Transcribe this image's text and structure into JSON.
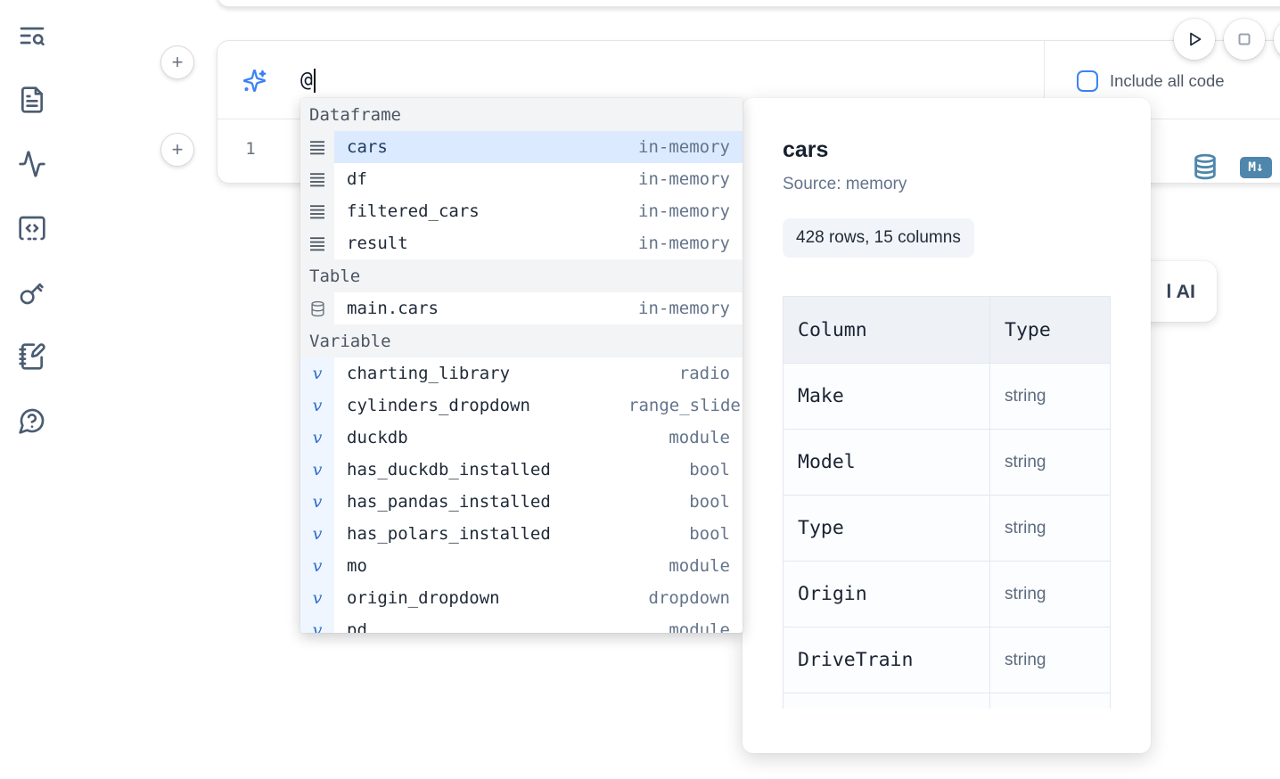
{
  "sidebar": {
    "icons": [
      {
        "name": "text-search-icon"
      },
      {
        "name": "file-document-icon"
      },
      {
        "name": "activity-icon"
      },
      {
        "name": "scratchpad-code-icon"
      },
      {
        "name": "key-icon"
      },
      {
        "name": "notebook-pen-icon"
      },
      {
        "name": "help-chat-icon"
      }
    ]
  },
  "toolbar": {
    "run_button": "play-icon",
    "stop_button": "stop-icon",
    "include_all_code_label": "Include all code",
    "include_all_code_checked": false
  },
  "add_buttons": {
    "top_label": "+",
    "bottom_label": "+"
  },
  "ai_input": {
    "icon": "sparkles-icon",
    "value": "@"
  },
  "editor": {
    "line_number": "1"
  },
  "cell_actions": {
    "datasource_icon": "database-icon",
    "markdown_badge": "M↓"
  },
  "autocomplete": {
    "sections": [
      {
        "label": "Dataframe",
        "items": [
          {
            "name": "cars",
            "type": "in-memory",
            "icon": "dataframe-rows-icon",
            "gutter": "gray",
            "selected": true
          },
          {
            "name": "df",
            "type": "in-memory",
            "icon": "dataframe-rows-icon",
            "gutter": "gray"
          },
          {
            "name": "filtered_cars",
            "type": "in-memory",
            "icon": "dataframe-rows-icon",
            "gutter": "gray"
          },
          {
            "name": "result",
            "type": "in-memory",
            "icon": "dataframe-rows-icon",
            "gutter": "gray"
          }
        ]
      },
      {
        "label": "Table",
        "items": [
          {
            "name": "main.cars",
            "type": "in-memory",
            "icon": "table-database-icon",
            "gutter": "gray"
          }
        ]
      },
      {
        "label": "Variable",
        "items": [
          {
            "name": "charting_library",
            "type": "radio",
            "icon": "variable-v-icon",
            "gutter": "blue"
          },
          {
            "name": "cylinders_dropdown",
            "type": "range_slider",
            "icon": "variable-v-icon",
            "gutter": "blue",
            "type_clipped": true
          },
          {
            "name": "duckdb",
            "type": "module",
            "icon": "variable-v-icon",
            "gutter": "blue"
          },
          {
            "name": "has_duckdb_installed",
            "type": "bool",
            "icon": "variable-v-icon",
            "gutter": "blue"
          },
          {
            "name": "has_pandas_installed",
            "type": "bool",
            "icon": "variable-v-icon",
            "gutter": "blue"
          },
          {
            "name": "has_polars_installed",
            "type": "bool",
            "icon": "variable-v-icon",
            "gutter": "blue"
          },
          {
            "name": "mo",
            "type": "module",
            "icon": "variable-v-icon",
            "gutter": "blue"
          },
          {
            "name": "origin_dropdown",
            "type": "dropdown",
            "icon": "variable-v-icon",
            "gutter": "blue"
          },
          {
            "name": "pd",
            "type": "module",
            "icon": "variable-v-icon",
            "gutter": "blue"
          }
        ]
      }
    ]
  },
  "preview": {
    "title": "cars",
    "source": "Source: memory",
    "shape_badge": "428 rows, 15 columns",
    "table": {
      "headers": [
        "Column",
        "Type"
      ],
      "rows": [
        [
          "Make",
          "string"
        ],
        [
          "Model",
          "string"
        ],
        [
          "Type",
          "string"
        ],
        [
          "Origin",
          "string"
        ],
        [
          "DriveTrain",
          "string"
        ]
      ],
      "clipped_extra_row": true
    }
  },
  "ai_card": {
    "visible_text": "l AI"
  },
  "colors": {
    "accent_blue": "#3b82f6",
    "steel_blue": "#4e86ac",
    "selected_row_bg": "#dbeafe",
    "section_header_bg": "#f3f4f6",
    "variable_gutter_bg": "#eff6ff",
    "muted_text": "#64748b",
    "table_border": "#e2e8f0"
  }
}
